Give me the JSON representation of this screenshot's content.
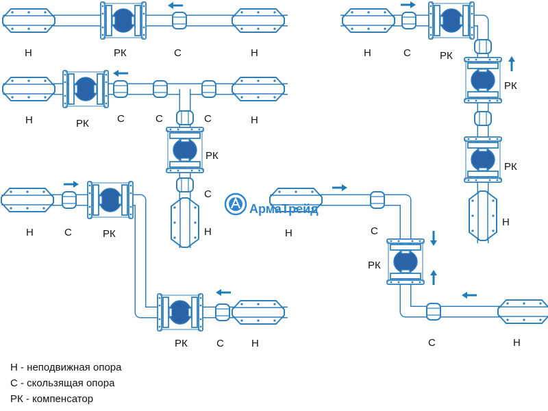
{
  "colors": {
    "pipe_outline": "#2f7fbf",
    "pipe_fill": "#ffffff",
    "compensator_fill": "#2a63a6",
    "arrow": "#1f7ab8",
    "text": "#111111",
    "brand": "#2f86c8"
  },
  "labels": {
    "fixed": "Н",
    "sliding": "С",
    "compensator": "РК"
  },
  "legend": [
    "Н - неподвижная опора",
    "С - скользящая опора",
    "РК - компенсатор"
  ],
  "brand": {
    "name": "АрмаТрейд",
    "icon": "armatreid-logo-icon"
  }
}
